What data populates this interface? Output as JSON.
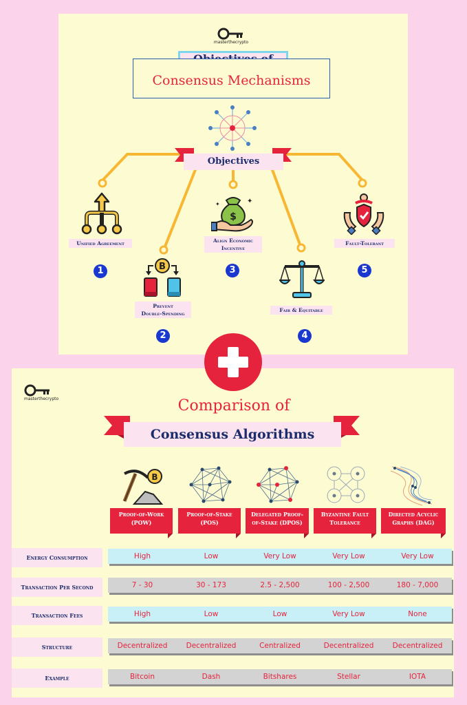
{
  "brand": "masterthecrypto",
  "objectives": {
    "title_line1": "Objectives of",
    "title_line2": "Consensus Mechanisms",
    "center_label": "Objectives",
    "items": [
      {
        "num": "1",
        "label": "Unified Agreement"
      },
      {
        "num": "2",
        "label_line1": "Prevent",
        "label_line2": "Double-Spending"
      },
      {
        "num": "3",
        "label_line1": "Align Economic",
        "label_line2": "Incentive"
      },
      {
        "num": "4",
        "label": "Fair & Equitable"
      },
      {
        "num": "5",
        "label": "Fault-Tolerant"
      }
    ]
  },
  "comparison": {
    "title": "Comparison of",
    "subtitle": "Consensus Algorithms",
    "algorithms": [
      {
        "line1": "Proof-of-Work",
        "line2": "(POW)"
      },
      {
        "line1": "Proof-of-Stake",
        "line2": "(POS)"
      },
      {
        "line1": "Delegated Proof-",
        "line2": "of-Stake (DPOS)"
      },
      {
        "line1": "Byzantine Fault",
        "line2": "Tolerance"
      },
      {
        "line1": "Directed Acyclic",
        "line2": "Graphs (DAG)"
      }
    ],
    "rows": [
      {
        "label": "Energy Consumption",
        "values": [
          "High",
          "Low",
          "Very Low",
          "Very Low",
          "Very Low"
        ]
      },
      {
        "label": "Transaction Per Second",
        "values": [
          "7 - 30",
          "30 - 173",
          "2.5 - 2,500",
          "100 - 2,500",
          "180 - 7,000"
        ]
      },
      {
        "label": "Transaction Fees",
        "values": [
          "High",
          "Low",
          "Low",
          "Very Low",
          "None"
        ]
      },
      {
        "label": "Structure",
        "values": [
          "Decentralized",
          "Decentralized",
          "Centralized",
          "Decentralized",
          "Decentralized"
        ]
      },
      {
        "label": "Example",
        "values": [
          "Bitcoin",
          "Dash",
          "Bitshares",
          "Stellar",
          "IOTA"
        ]
      }
    ]
  },
  "colors": {
    "accent_red": "#e6233c",
    "navy": "#1c2d6b",
    "cream": "#fdfbd2",
    "pink_bg": "#fbd3ea",
    "row_blue": "#c9eff7",
    "row_gray": "#d3d3d3",
    "line_orange": "#f7b733",
    "number_blue": "#1a37d0"
  },
  "icons": [
    "key-icon",
    "network-icon",
    "hierarchy-icon",
    "bitcoin-transfer-icon",
    "money-bag-hand-icon",
    "balance-scale-icon",
    "shield-hands-icon",
    "plus-icon",
    "mining-icon",
    "network-graph-icon",
    "byzantine-nodes-icon",
    "dag-icon"
  ]
}
